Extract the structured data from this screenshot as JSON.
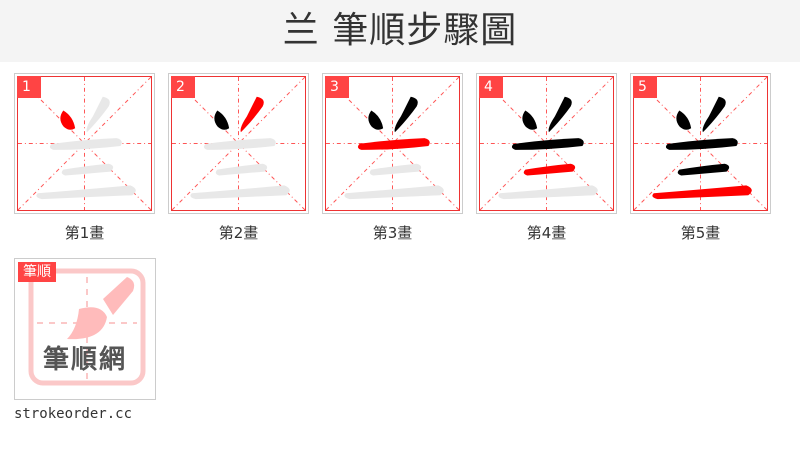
{
  "header": {
    "title": "兰 筆順步驟圖"
  },
  "steps": [
    {
      "num": "1",
      "label": "第1畫"
    },
    {
      "num": "2",
      "label": "第2畫"
    },
    {
      "num": "3",
      "label": "第3畫"
    },
    {
      "num": "4",
      "label": "第4畫"
    },
    {
      "num": "5",
      "label": "第5畫"
    }
  ],
  "logo": {
    "badge": "筆順",
    "text": "筆順網"
  },
  "site": "strokeorder.cc",
  "colors": {
    "accent": "#ff4444",
    "active_stroke": "#ff0000",
    "done_stroke": "#000000",
    "pending_stroke": "#e8e8e8"
  }
}
